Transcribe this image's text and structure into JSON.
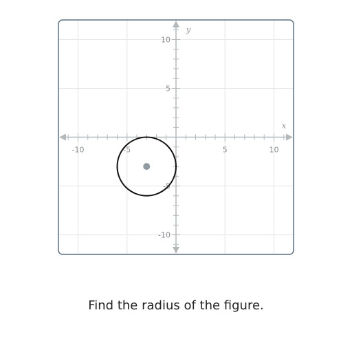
{
  "graph": {
    "x_axis_label": "x",
    "y_axis_label": "y",
    "x_ticks": [
      {
        "value": -10,
        "label": "-10"
      },
      {
        "value": -5,
        "label": "-5"
      },
      {
        "value": 5,
        "label": "5"
      },
      {
        "value": 10,
        "label": "10"
      }
    ],
    "y_ticks": [
      {
        "value": 10,
        "label": "10"
      },
      {
        "value": 5,
        "label": "5"
      },
      {
        "value": -5,
        "label": "-5"
      },
      {
        "value": -10,
        "label": "-10"
      }
    ],
    "x_range": [
      -12,
      12
    ],
    "y_range": [
      -12,
      12
    ],
    "grid_step": 5,
    "minor_step": 1,
    "circle": {
      "center": [
        -3,
        -3
      ],
      "radius": 3
    },
    "colors": {
      "grid": "#e4e4e4",
      "axis": "#b3b8bb",
      "border": "#5b7083",
      "circle": "#111111",
      "center_dot": "#8f9aa1"
    }
  },
  "question": {
    "text": "Find the radius of the figure."
  }
}
